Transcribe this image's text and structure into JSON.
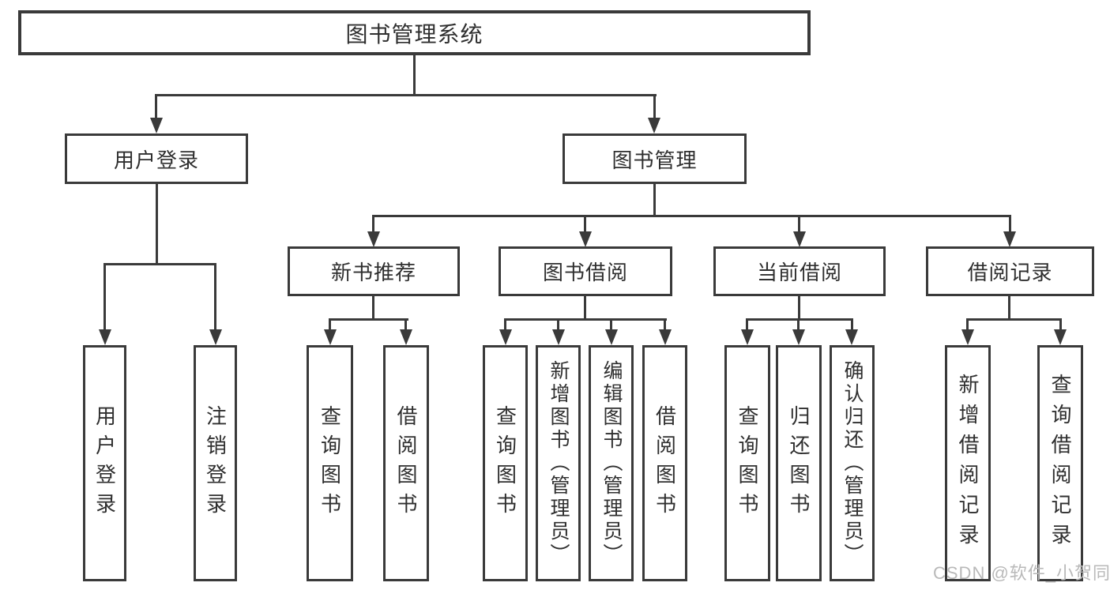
{
  "tree": {
    "root": {
      "label": "图书管理系统"
    },
    "children": [
      {
        "label": "用户登录",
        "children": [
          {
            "label": "用户登录"
          },
          {
            "label": "注销登录"
          }
        ]
      },
      {
        "label": "图书管理",
        "children": [
          {
            "label": "新书推荐",
            "children": [
              {
                "label": "查询图书"
              },
              {
                "label": "借阅图书"
              }
            ]
          },
          {
            "label": "图书借阅",
            "children": [
              {
                "label": "查询图书"
              },
              {
                "label": "新增图书（管理员）"
              },
              {
                "label": "编辑图书（管理员）"
              },
              {
                "label": "借阅图书"
              }
            ]
          },
          {
            "label": "当前借阅",
            "children": [
              {
                "label": "查询图书"
              },
              {
                "label": "归还图书"
              },
              {
                "label": "确认归还（管理员）"
              }
            ]
          },
          {
            "label": "借阅记录",
            "children": [
              {
                "label": "新增借阅记录"
              },
              {
                "label": "查询借阅记录"
              }
            ]
          }
        ]
      }
    ]
  },
  "watermark": {
    "text": "CSDN @软件_小贺同学"
  },
  "colors": {
    "line": "#3a3a3a",
    "text": "#2f2f2f",
    "watermark": "#b9b9b9",
    "background": "#ffffff"
  }
}
